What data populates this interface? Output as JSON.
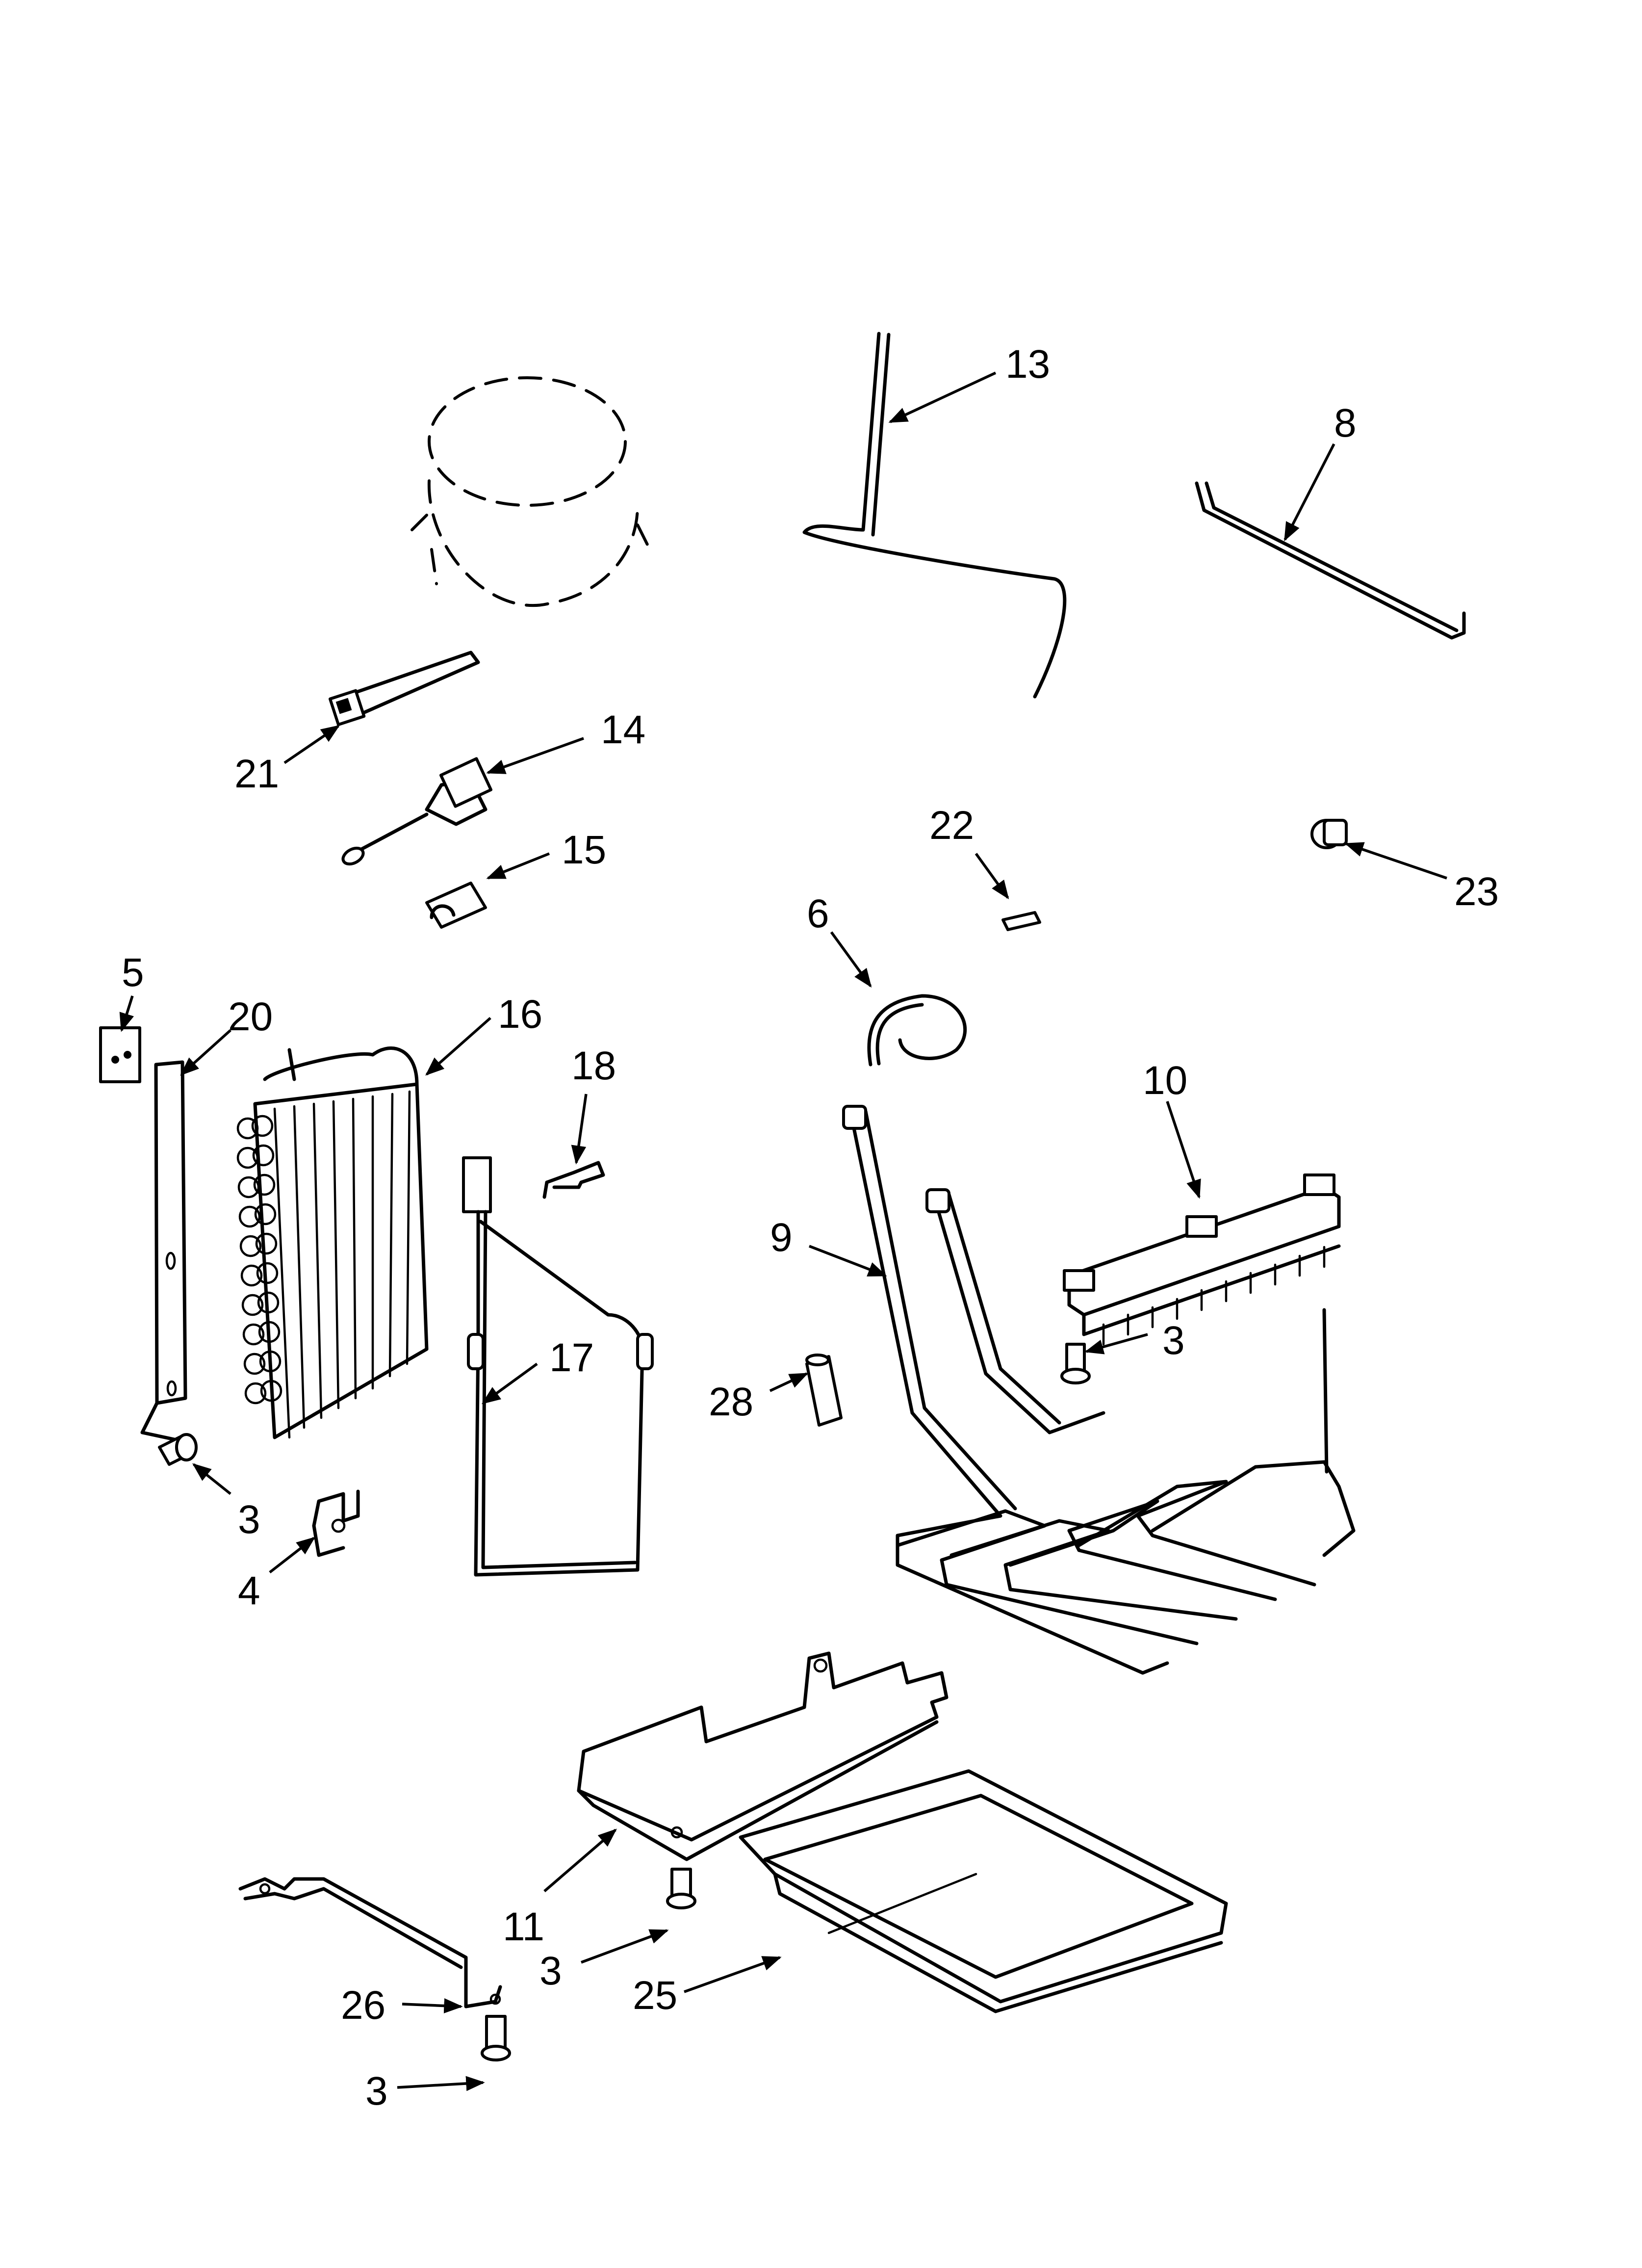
{
  "callouts": {
    "c13": "13",
    "c8": "8",
    "c21": "21",
    "c14": "14",
    "c15": "15",
    "c22": "22",
    "c23": "23",
    "c6": "6",
    "c5": "5",
    "c20": "20",
    "c16": "16",
    "c18": "18",
    "c10": "10",
    "c9": "9",
    "c3a": "3",
    "c17": "17",
    "c28": "28",
    "c3b": "3",
    "c4": "4",
    "c11": "11",
    "c3c": "3",
    "c26": "26",
    "c25": "25",
    "c3d": "3"
  }
}
